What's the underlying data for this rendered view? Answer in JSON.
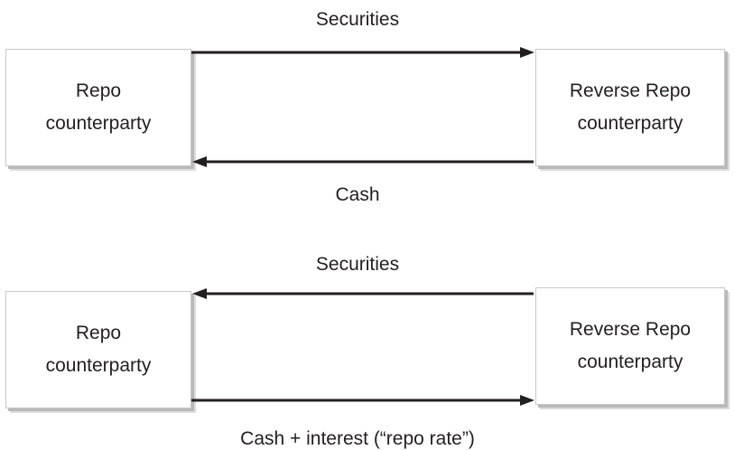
{
  "diagrams": [
    {
      "left_box": {
        "line1": "Repo",
        "line2": "counterparty"
      },
      "right_box": {
        "line1": "Reverse Repo",
        "line2": "counterparty"
      },
      "top_label": "Securities",
      "bottom_label": "Cash"
    },
    {
      "left_box": {
        "line1": "Repo",
        "line2": "counterparty"
      },
      "right_box": {
        "line1": "Reverse Repo",
        "line2": "counterparty"
      },
      "top_label": "Securities",
      "bottom_label": "Cash + interest (“repo rate”)"
    }
  ]
}
